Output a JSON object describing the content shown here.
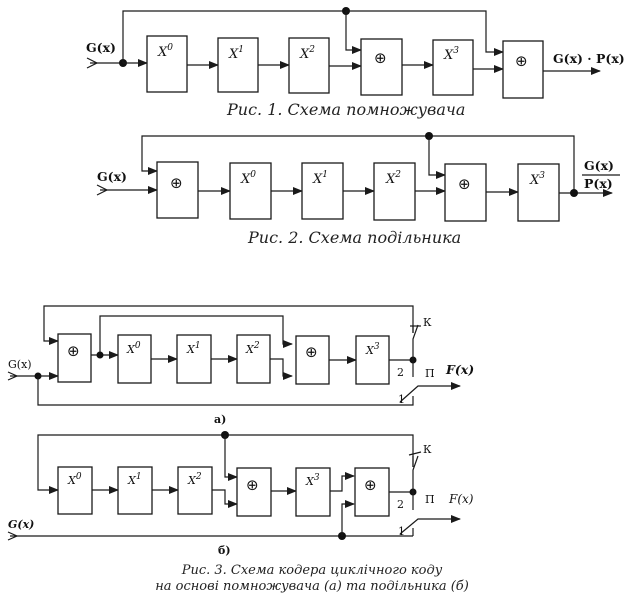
{
  "figure1": {
    "input": "G(x)",
    "output": "G(x) · P(x)",
    "blocks": [
      {
        "type": "delay",
        "base": "X",
        "exp": "0"
      },
      {
        "type": "delay",
        "base": "X",
        "exp": "1"
      },
      {
        "type": "delay",
        "base": "X",
        "exp": "2"
      },
      {
        "type": "xor",
        "symbol": "⊕"
      },
      {
        "type": "delay",
        "base": "X",
        "exp": "3"
      },
      {
        "type": "xor",
        "symbol": "⊕"
      }
    ],
    "caption": "Рис. 1. Схема помножувача"
  },
  "figure2": {
    "input": "G(x)",
    "output_numerator": "G(x)",
    "output_denominator": "P(x)",
    "blocks": [
      {
        "type": "xor",
        "symbol": "⊕"
      },
      {
        "type": "delay",
        "base": "X",
        "exp": "0"
      },
      {
        "type": "delay",
        "base": "X",
        "exp": "1"
      },
      {
        "type": "delay",
        "base": "X",
        "exp": "2"
      },
      {
        "type": "xor",
        "symbol": "⊕"
      },
      {
        "type": "delay",
        "base": "X",
        "exp": "3"
      }
    ],
    "caption": "Рис. 2. Схема подільника"
  },
  "figure3a": {
    "input": "G(x)",
    "output": "F(x)",
    "blocks": [
      {
        "type": "xor",
        "symbol": "⊕"
      },
      {
        "type": "delay",
        "base": "X",
        "exp": "0"
      },
      {
        "type": "delay",
        "base": "X",
        "exp": "1"
      },
      {
        "type": "delay",
        "base": "X",
        "exp": "2"
      },
      {
        "type": "xor",
        "symbol": "⊕"
      },
      {
        "type": "delay",
        "base": "X",
        "exp": "3"
      }
    ],
    "switch_k": "К",
    "switch_p": "П",
    "pos1": "1",
    "pos2": "2",
    "sublabel": "а)"
  },
  "figure3b": {
    "input": "G(x)",
    "output": "F(x)",
    "blocks": [
      {
        "type": "delay",
        "base": "X",
        "exp": "0"
      },
      {
        "type": "delay",
        "base": "X",
        "exp": "1"
      },
      {
        "type": "delay",
        "base": "X",
        "exp": "2"
      },
      {
        "type": "xor",
        "symbol": "⊕"
      },
      {
        "type": "delay",
        "base": "X",
        "exp": "3"
      },
      {
        "type": "xor",
        "symbol": "⊕"
      }
    ],
    "switch_k": "К",
    "switch_p": "П",
    "pos1": "1",
    "pos2": "2",
    "sublabel": "б)"
  },
  "figure3_caption": {
    "line1": "Рис. 3. Схема кодера циклічного коду",
    "line2": "на основі помножувача (а) та подільника (б)"
  }
}
